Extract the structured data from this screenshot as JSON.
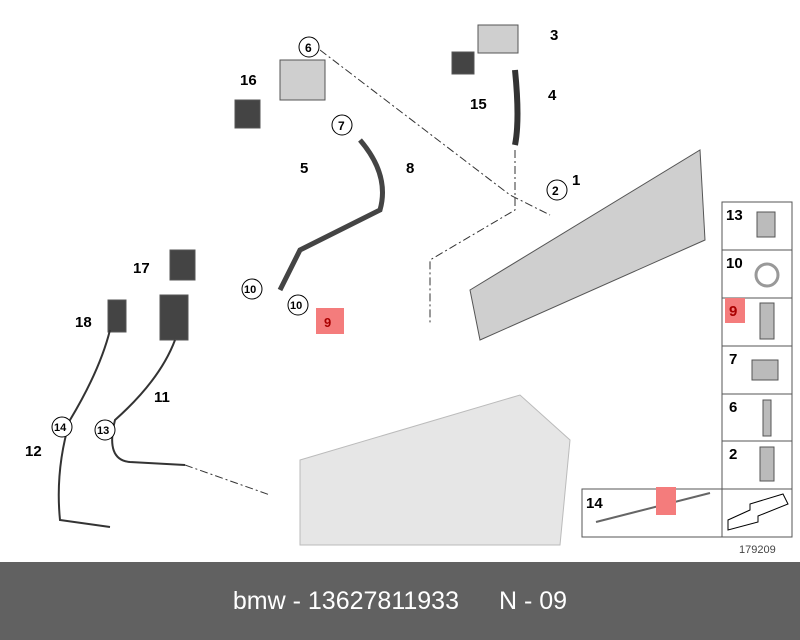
{
  "diagram": {
    "callouts": [
      "1",
      "2",
      "3",
      "4",
      "5",
      "6",
      "7",
      "8",
      "9",
      "10",
      "10",
      "11",
      "12",
      "13",
      "14",
      "15",
      "16",
      "17",
      "18"
    ],
    "highlighted_part": "9",
    "legend": [
      "13",
      "10",
      "9",
      "7",
      "6",
      "2",
      "14"
    ],
    "drawing_number": "179209",
    "highlight_color": "#f47c7c"
  },
  "footer": {
    "brand_part": "bmw - 13627811933",
    "position": "N - 09"
  }
}
